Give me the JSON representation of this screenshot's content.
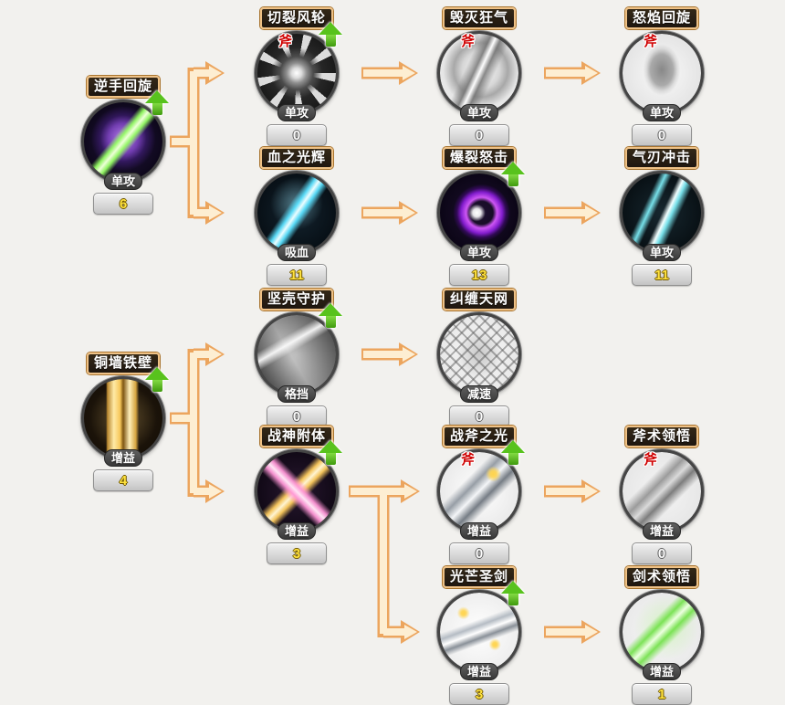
{
  "app": {
    "name": "skill-tree-panel"
  },
  "markers": {
    "axe": "斧"
  },
  "colors": {
    "background": "#f2f1ee",
    "title_border": "#efc287",
    "arrow_fill": "#fdeed2",
    "arrow_outline": "#eca55e",
    "value_highlight": "#ffe23e",
    "axe_red": "#cf0000",
    "upgrade_green": "#58c21d"
  },
  "nodes": [
    {
      "id": "nishou",
      "title": "逆手回旋",
      "type": "单攻",
      "value": "6",
      "axe": false,
      "upgrade": true,
      "icon": "reverse-grip-spin-icon"
    },
    {
      "id": "qielie",
      "title": "切裂风轮",
      "type": "单攻",
      "value": "0",
      "axe": true,
      "upgrade": true,
      "icon": "cutting-wind-wheel-icon"
    },
    {
      "id": "huimie",
      "title": "毁灭狂气",
      "type": "单攻",
      "value": "0",
      "axe": true,
      "upgrade": false,
      "icon": "destruction-frenzy-icon"
    },
    {
      "id": "nuyan",
      "title": "怒焰回旋",
      "type": "单攻",
      "value": "0",
      "axe": true,
      "upgrade": false,
      "icon": "rage-flame-spin-icon"
    },
    {
      "id": "xuezhi",
      "title": "血之光辉",
      "type": "吸血",
      "value": "11",
      "axe": false,
      "upgrade": false,
      "icon": "blood-radiance-icon"
    },
    {
      "id": "baolie",
      "title": "爆裂怒击",
      "type": "单攻",
      "value": "13",
      "axe": false,
      "upgrade": true,
      "icon": "burst-rage-strike-icon"
    },
    {
      "id": "qiren",
      "title": "气刃冲击",
      "type": "单攻",
      "value": "11",
      "axe": false,
      "upgrade": false,
      "icon": "qi-blade-impact-icon"
    },
    {
      "id": "jianke",
      "title": "坚壳守护",
      "type": "格挡",
      "value": "0",
      "axe": false,
      "upgrade": true,
      "icon": "hard-shell-guard-icon"
    },
    {
      "id": "jiuchan",
      "title": "纠缠天网",
      "type": "减速",
      "value": "0",
      "axe": false,
      "upgrade": false,
      "icon": "tangling-net-icon"
    },
    {
      "id": "tongqiang",
      "title": "铜墙铁壁",
      "type": "增益",
      "value": "4",
      "axe": false,
      "upgrade": true,
      "icon": "iron-wall-icon"
    },
    {
      "id": "zhanshen",
      "title": "战神附体",
      "type": "增益",
      "value": "3",
      "axe": false,
      "upgrade": true,
      "icon": "war-god-possession-icon"
    },
    {
      "id": "zhanfu",
      "title": "战斧之光",
      "type": "增益",
      "value": "0",
      "axe": true,
      "upgrade": true,
      "icon": "battle-axe-light-icon"
    },
    {
      "id": "fushu",
      "title": "斧术领悟",
      "type": "增益",
      "value": "0",
      "axe": true,
      "upgrade": false,
      "icon": "axe-mastery-icon"
    },
    {
      "id": "guangmang",
      "title": "光芒圣剑",
      "type": "增益",
      "value": "3",
      "axe": false,
      "upgrade": true,
      "icon": "radiant-holy-sword-icon"
    },
    {
      "id": "jianshu",
      "title": "剑术领悟",
      "type": "增益",
      "value": "1",
      "axe": false,
      "upgrade": false,
      "icon": "sword-mastery-icon"
    }
  ],
  "connections": [
    {
      "from": "逆手回旋",
      "to": [
        "切裂风轮",
        "血之光辉"
      ]
    },
    {
      "from": "切裂风轮",
      "to": [
        "毁灭狂气"
      ]
    },
    {
      "from": "毁灭狂气",
      "to": [
        "怒焰回旋"
      ]
    },
    {
      "from": "血之光辉",
      "to": [
        "爆裂怒击"
      ]
    },
    {
      "from": "爆裂怒击",
      "to": [
        "气刃冲击"
      ]
    },
    {
      "from": "铜墙铁壁",
      "to": [
        "坚壳守护",
        "战神附体"
      ]
    },
    {
      "from": "坚壳守护",
      "to": [
        "纠缠天网"
      ]
    },
    {
      "from": "战神附体",
      "to": [
        "战斧之光",
        "光芒圣剑"
      ]
    },
    {
      "from": "战斧之光",
      "to": [
        "斧术领悟"
      ]
    },
    {
      "from": "光芒圣剑",
      "to": [
        "剑术领悟"
      ]
    }
  ]
}
